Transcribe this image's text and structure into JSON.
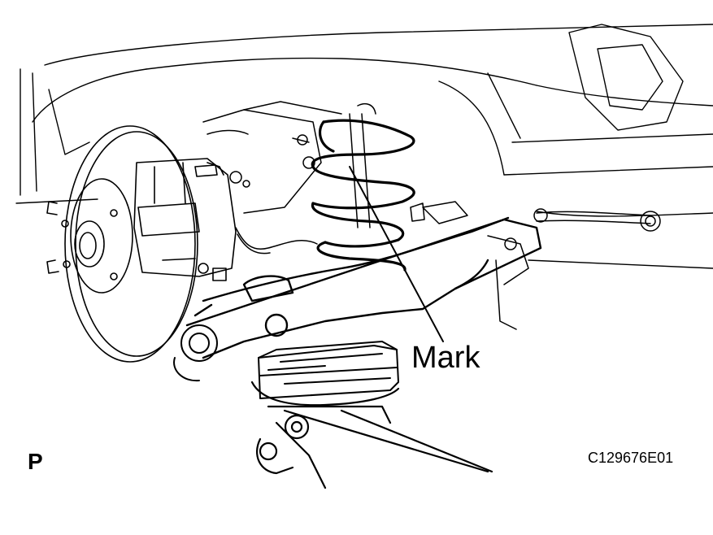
{
  "figure": {
    "callout_label": "Mark",
    "view_letter": "P",
    "figure_code": "C129676E01"
  },
  "colors": {
    "line": "#000000",
    "background": "#ffffff"
  }
}
